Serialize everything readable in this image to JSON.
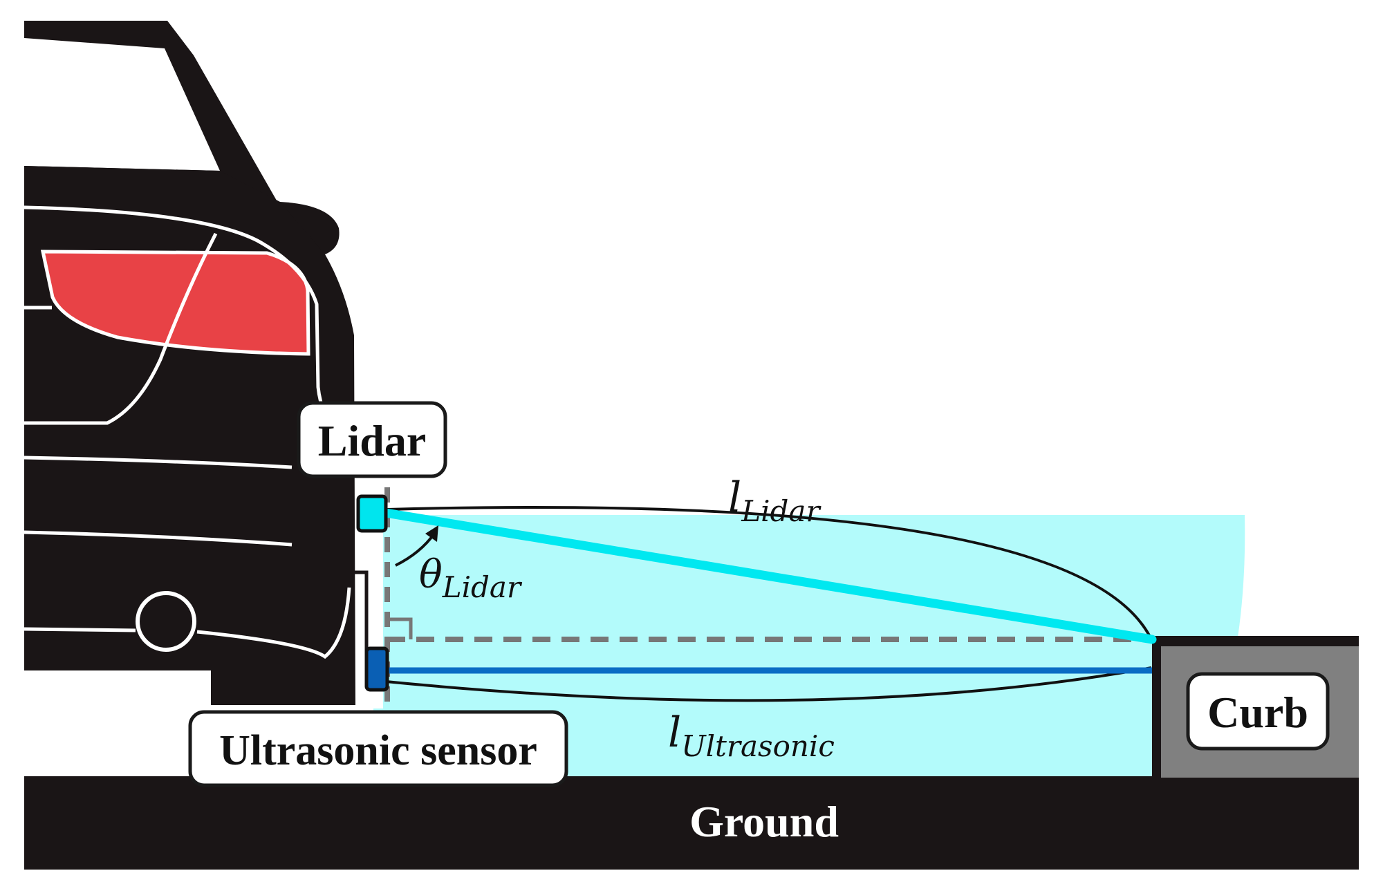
{
  "labels": {
    "lidar": "Lidar",
    "ultrasonic": "Ultrasonic sensor",
    "curb": "Curb",
    "ground": "Ground"
  },
  "math": {
    "l_lidar_base": "l",
    "l_lidar_sub": "Lidar",
    "theta_base": "θ",
    "theta_sub": "Lidar",
    "l_ultra_base": "l",
    "l_ultra_sub": "Ultrasonic"
  },
  "colors": {
    "car_body": "#1a1516",
    "tail_light": "#e84246",
    "lidar_sensor": "#00e5ee",
    "lidar_beam": "#00e8f0",
    "ultrasonic_sensor": "#0a5fb4",
    "ultrasonic_beam": "#0a6cc4",
    "detection_zone": "#b3fbfb",
    "curb": "#808080",
    "ground": "#1a1516",
    "guide_lines": "#777777"
  }
}
